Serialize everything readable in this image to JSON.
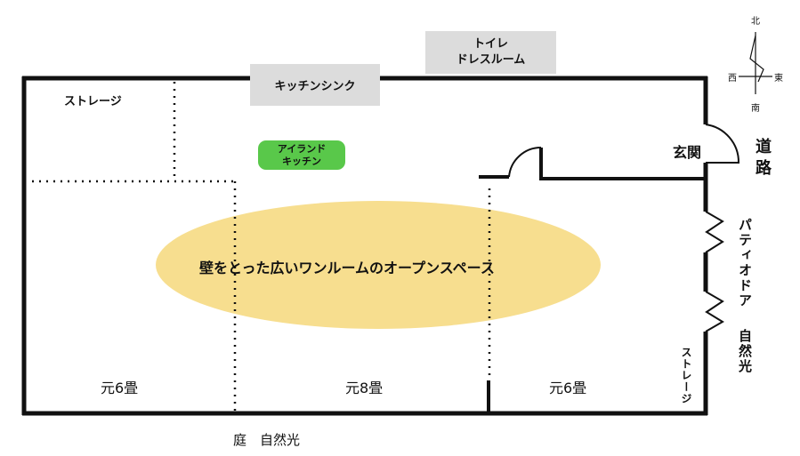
{
  "compass": {
    "north": "北",
    "south": "南",
    "east": "東",
    "west": "西"
  },
  "labels": {
    "toilet": [
      "トイレ",
      "ドレスルーム"
    ],
    "kitchen_sink": "キッチンシンク",
    "storage_top_left": "ストレージ",
    "island_kitchen": [
      "アイランド",
      "キッチン"
    ],
    "entrance": "玄関",
    "road": "道路",
    "open_space": "壁をとった広いワンルームのオープンスペース",
    "patio_door": "パティオドア",
    "natural_light_right": "自然光",
    "storage_right": "ストレージ",
    "room_left": "元6畳",
    "room_center": "元8畳",
    "room_right": "元6畳",
    "garden": "庭　自然光"
  },
  "colors": {
    "wall": "#111111",
    "island": "#59c84a",
    "ellipse": "#f7de8f",
    "box_gray": "#dcdcdc"
  }
}
